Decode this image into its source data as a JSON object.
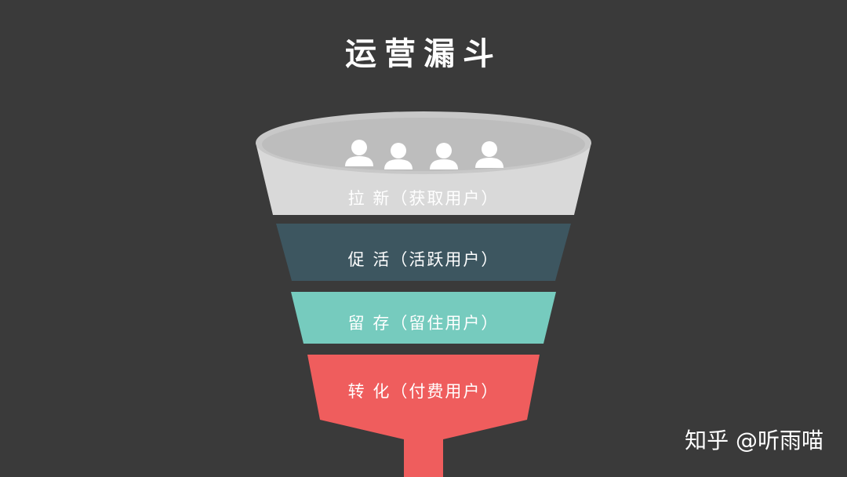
{
  "title": "运营漏斗",
  "stages": [
    {
      "label": "拉 新（获取用户）",
      "color": "#d9d9d9"
    },
    {
      "label": "促 活（活跃用户）",
      "color": "#3d5660"
    },
    {
      "label": "留 存（留住用户）",
      "color": "#76cbbe"
    },
    {
      "label": "转 化（付费用户）",
      "color": "#ef5d5d"
    }
  ],
  "icons": [
    "user-icon",
    "user-icon",
    "user-icon",
    "user-icon"
  ],
  "watermark": "知乎 @听雨喵"
}
